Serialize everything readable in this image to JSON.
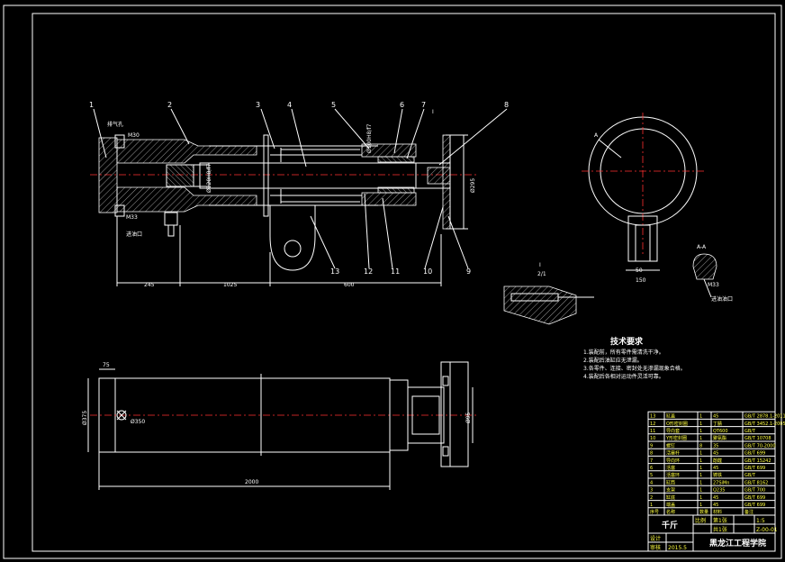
{
  "part_numbers": [
    "1",
    "2",
    "3",
    "4",
    "5",
    "6",
    "7",
    "8",
    "9",
    "10",
    "11",
    "12",
    "13"
  ],
  "section_view": {
    "label_exhaust": "排气孔",
    "label_oil_inlet": "进油口",
    "label_oil_inlet_rod": "进油油口",
    "thread_m30": "M30",
    "thread_m33": "M33",
    "dim_245": "245",
    "dim_1025": "1025",
    "dim_600": "600",
    "dim_phi295": "Ø295",
    "fit_label": "Ø100H8/f7",
    "fit_label_2": "Ø120H8/f7",
    "detail_ref": "I"
  },
  "detail_view": {
    "title": "I",
    "scale": "2/1"
  },
  "end_view": {
    "label_a": "A",
    "dim_50": "50",
    "dim_150": "150"
  },
  "section_aa": {
    "title": "A-A",
    "thread": "M33",
    "label": "进油油口"
  },
  "tech_requirements": {
    "title": "技术要求",
    "items": [
      "1.装配前，所有零件需清洗干净。",
      "2.装配后油缸应无泄漏。",
      "3.各零件、连接、密封处无渗漏现象合格。",
      "4.装配后各相对运动件灵活可靠。"
    ]
  },
  "bottom_view": {
    "dim_75": "75",
    "dim_phi375": "Ø375",
    "dim_2000": "2000",
    "dim_phi95": "Ø95",
    "dim_phi350": "Ø350"
  },
  "bom_rows": [
    [
      "13",
      "缸盖",
      "1",
      "45",
      "GB/T 2878.1-2011"
    ],
    [
      "12",
      "O形密封圈",
      "1",
      "丁腈",
      "GB/T 3452.1-2005"
    ],
    [
      "11",
      "导向套",
      "1",
      "QT600",
      "GB/T"
    ],
    [
      "10",
      "Y形密封圈",
      "1",
      "聚氨酯",
      "GB/T 10708"
    ],
    [
      "9",
      "螺钉",
      "8",
      "35",
      "GB/T 70-2000"
    ],
    [
      "8",
      "活塞杆",
      "1",
      "45",
      "GB/T 699"
    ],
    [
      "7",
      "导向环",
      "1",
      "酚醛",
      "GB/T 15242"
    ],
    [
      "6",
      "活塞",
      "1",
      "45",
      "GB/T 699"
    ],
    [
      "5",
      "活塞环",
      "1",
      "铸铁",
      "GB/T"
    ],
    [
      "4",
      "缸筒",
      "1",
      "27SiMn",
      "GB/T 8162"
    ],
    [
      "3",
      "支架",
      "1",
      "Q235",
      "GB/T 700"
    ],
    [
      "2",
      "缸底",
      "1",
      "45",
      "GB/T 699"
    ],
    [
      "1",
      "端盖",
      "1",
      "45",
      "GB/T 699"
    ]
  ],
  "bom_header": [
    "序号",
    "名称",
    "数量",
    "材料",
    "备注"
  ],
  "title_block": {
    "drawing_name": "千斤",
    "school": "黑龙江工程学院",
    "scale_label": "比例",
    "scale": "1:5",
    "sheet": "第1张",
    "sheets": "共1张",
    "drawing_no": "Z-00-01",
    "designer_label": "设计",
    "checker_label": "审核",
    "date": "2015.5"
  }
}
